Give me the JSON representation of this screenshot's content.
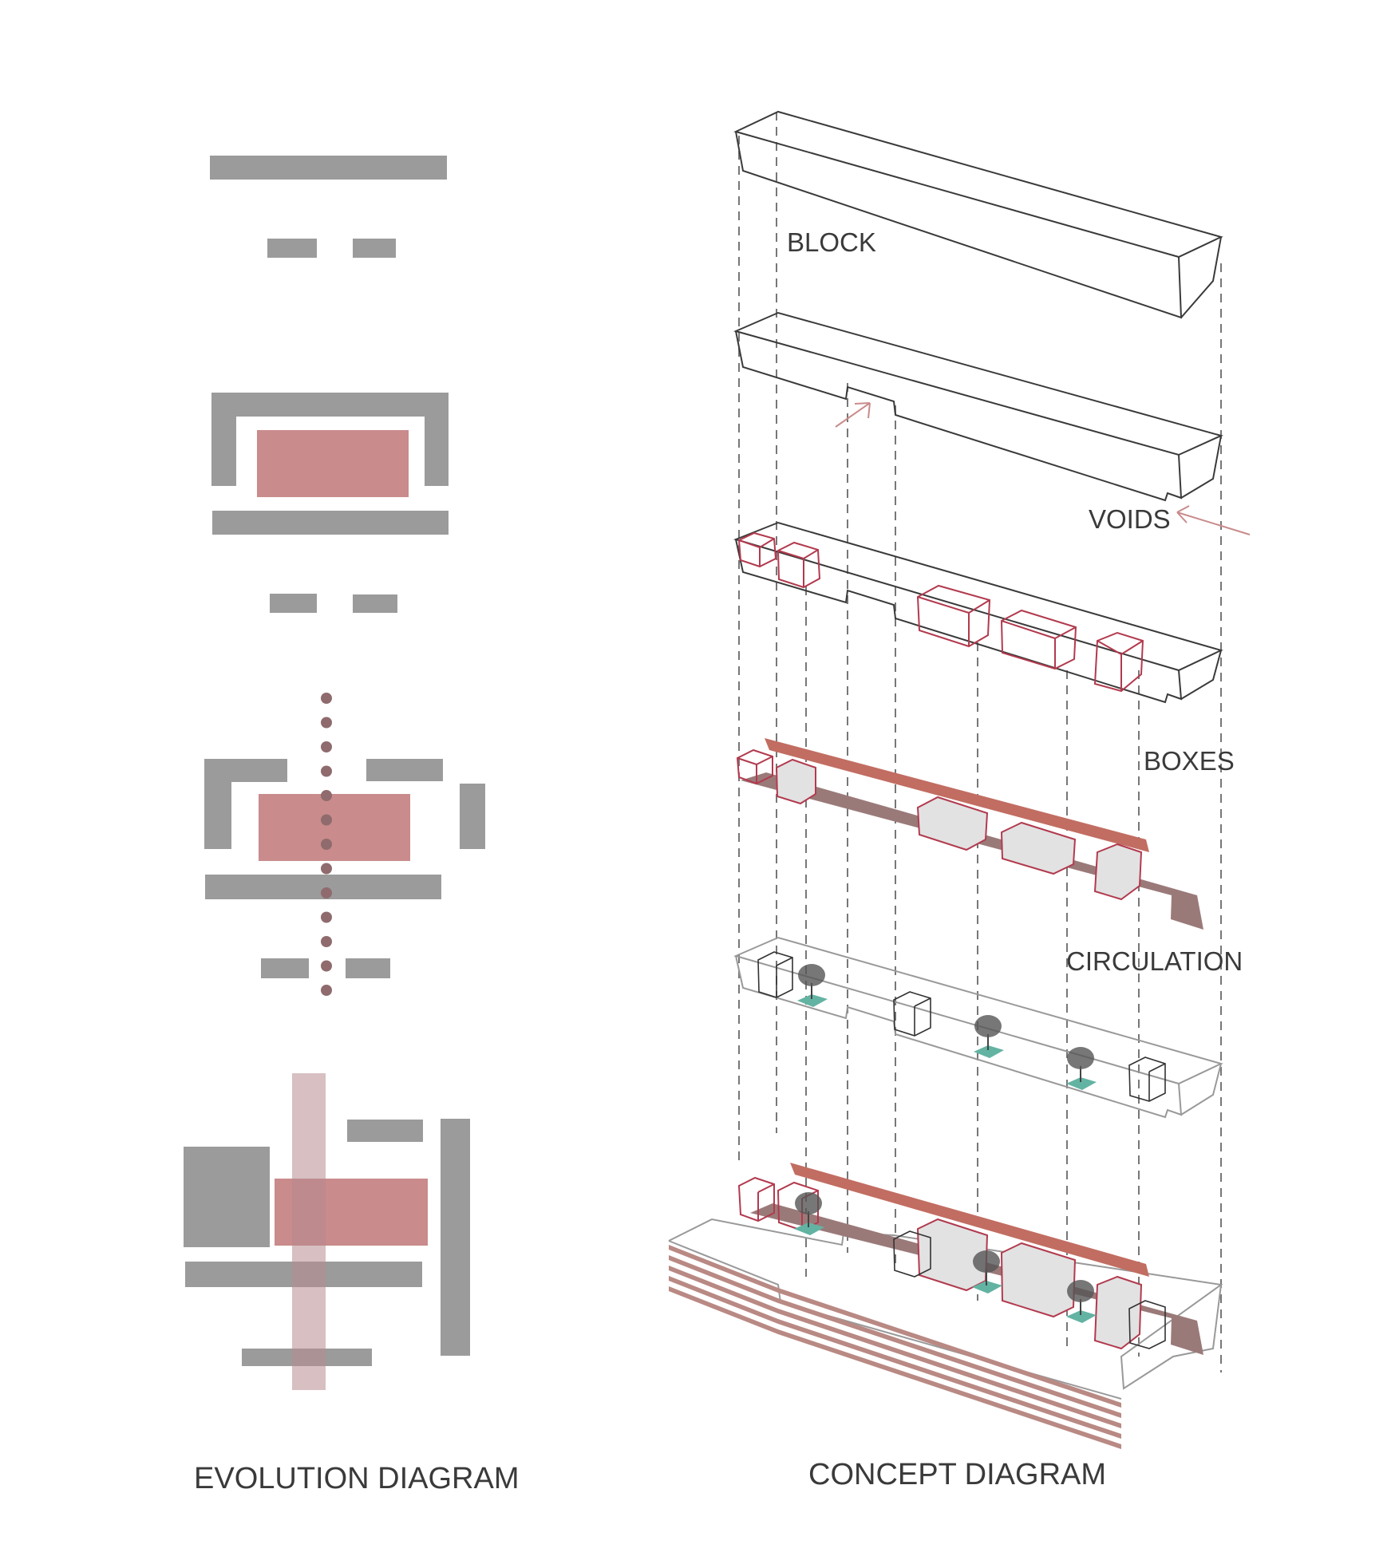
{
  "evolution": {
    "caption": "EVOLUTION DIAGRAM"
  },
  "concept": {
    "caption": "CONCEPT DIAGRAM",
    "layers": {
      "block": "BLOCK",
      "voids": "VOIDS",
      "boxes": "BOXES",
      "circulation": "CIRCULATION"
    }
  },
  "colors": {
    "mass_gray": "#9b9b9b",
    "pink": "#c98b8b",
    "red_strip": "#c26d62",
    "dark_strip": "#9a7a79",
    "dots": "#8f6b6d",
    "teal": "#63b3a3",
    "outline": "#3a3a3a",
    "box_outline": "#b23a4e",
    "dash": "#777777"
  }
}
